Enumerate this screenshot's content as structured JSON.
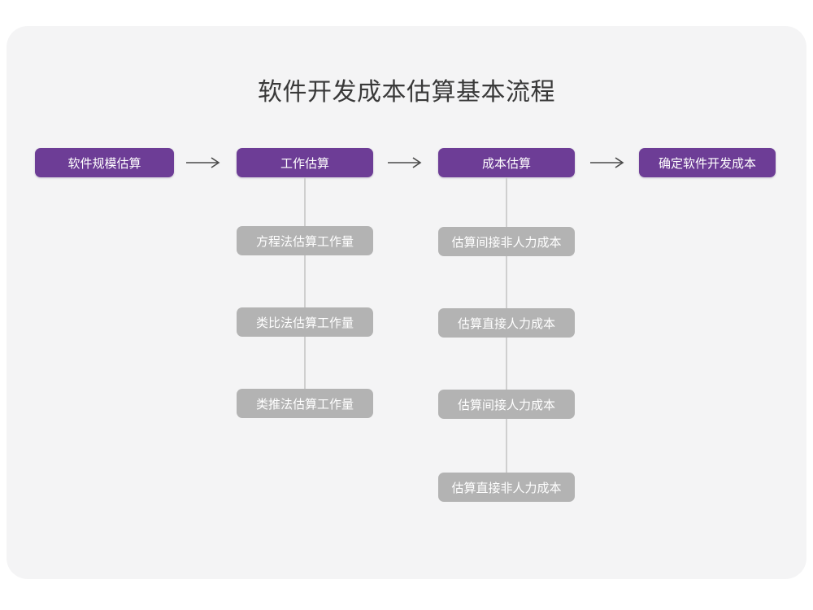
{
  "title": "软件开发成本估算基本流程",
  "colors": {
    "page_background": "#ffffff",
    "card_background": "#f4f4f5",
    "primary_node": "#6d3d96",
    "secondary_node": "#b3b3b3",
    "title_text": "#393939",
    "node_text": "#ffffff",
    "connector_line": "#cfcfcf",
    "arrow": "#4a4a4a"
  },
  "chart_data": {
    "type": "diagram",
    "title": "软件开发成本估算基本流程",
    "orientation": "left-to-right main flow with vertical sub-steps"
  },
  "flow": {
    "main_steps": [
      {
        "label": "软件规模估算"
      },
      {
        "label": "工作估算"
      },
      {
        "label": "成本估算"
      },
      {
        "label": "确定软件开发成本"
      }
    ],
    "arrows": [
      {
        "glyph": "long-right-arrow"
      },
      {
        "glyph": "long-right-arrow"
      },
      {
        "glyph": "long-right-arrow"
      }
    ],
    "sub_steps": {
      "工作估算": [
        {
          "label": "方程法估算工作量"
        },
        {
          "label": "类比法估算工作量"
        },
        {
          "label": "类推法估算工作量"
        }
      ],
      "成本估算": [
        {
          "label": "估算间接非人力成本"
        },
        {
          "label": "估算直接人力成本"
        },
        {
          "label": "估算间接人力成本"
        },
        {
          "label": "估算直接非人力成本"
        }
      ]
    }
  }
}
